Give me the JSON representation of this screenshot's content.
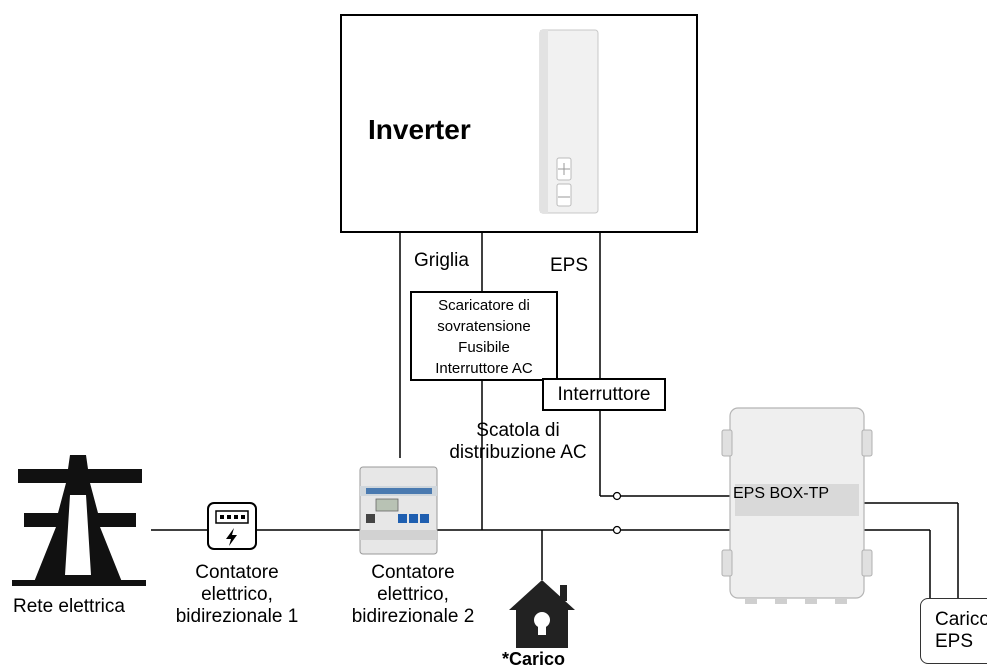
{
  "inverter": {
    "title": "Inverter"
  },
  "lines": {
    "grid_label": "Griglia",
    "eps_label": "EPS"
  },
  "surge_box": {
    "line1": "Scaricatore di",
    "line2": "sovratensione",
    "line3": "Fusibile",
    "line4": "Interruttore AC"
  },
  "switch_box": {
    "label": "Interruttore"
  },
  "distribution": {
    "line1": "Scatola di",
    "line2": "distribuzione AC"
  },
  "eps_box": {
    "label": "EPS BOX-TP"
  },
  "grid": {
    "label": "Rete elettrica"
  },
  "meter1": {
    "line1": "Contatore",
    "line2": "elettrico,",
    "line3": "bidirezionale 1"
  },
  "meter2": {
    "line1": "Contatore",
    "line2": "elettrico,",
    "line3": "bidirezionale 2"
  },
  "load": {
    "label": "*Carico"
  },
  "eps_load": {
    "line1": "Carico",
    "line2": "EPS"
  }
}
